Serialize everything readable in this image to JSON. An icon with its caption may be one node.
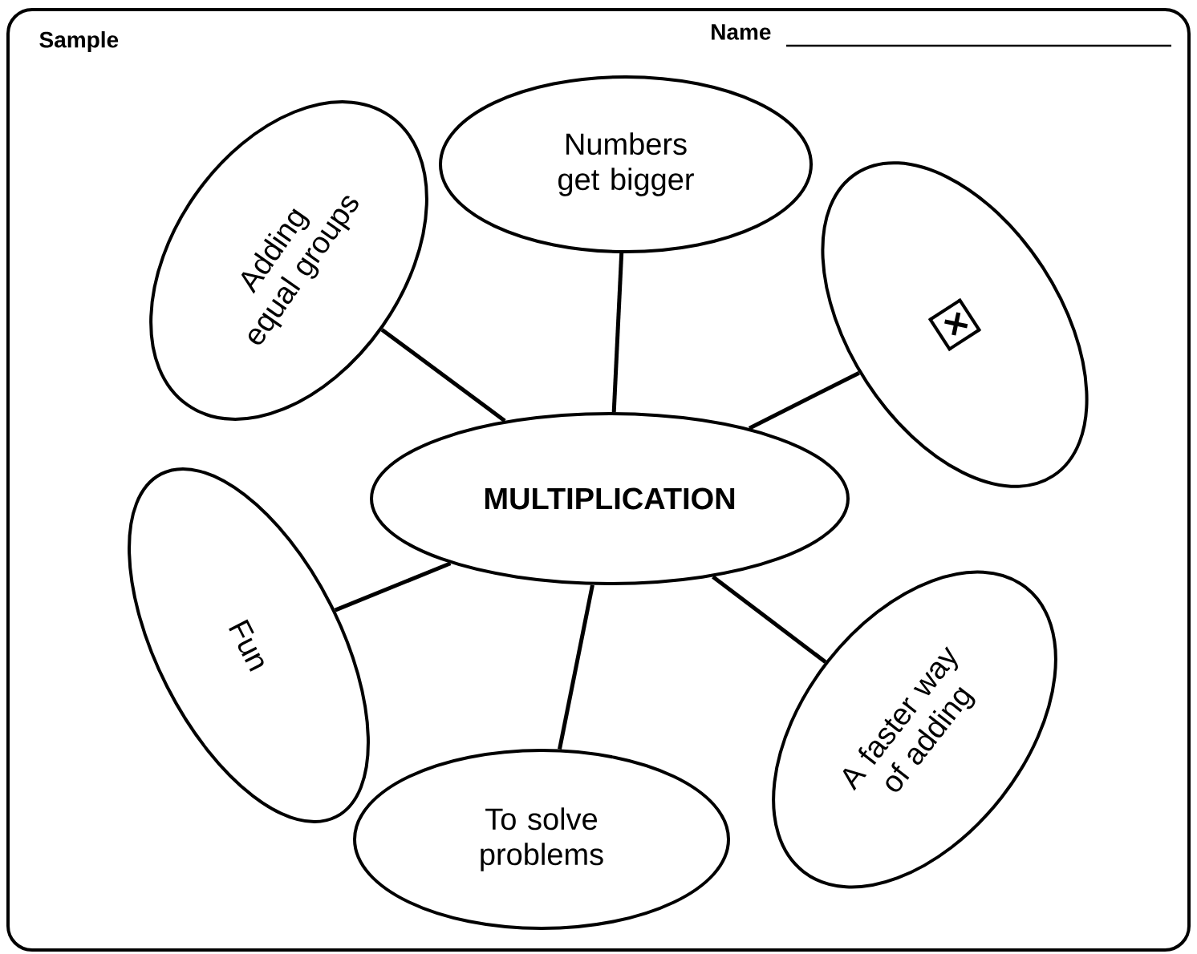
{
  "diagram": {
    "nodes": [
      {
        "text": [
          "MULTIPLICATION"
        ]
      },
      {
        "text": [
          "Numbers get bigger"
        ]
      },
      {
        "text": [
          "Adding equal groups"
        ]
      },
      {
        "text": [
          "×"
        ]
      },
      {
        "text": [
          "Fun"
        ]
      },
      {
        "text": [
          "To solve problems"
        ]
      },
      {
        "text": [
          "A faster way of adding"
        ]
      }
    ],
    "edges": [
      {
        "from": 0,
        "to": 1,
        "arrow": "none"
      },
      {
        "from": 0,
        "to": 2,
        "arrow": "none"
      },
      {
        "from": 0,
        "to": 3,
        "arrow": "none"
      },
      {
        "from": 0,
        "to": 4,
        "arrow": "none"
      },
      {
        "from": 0,
        "to": 5,
        "arrow": "none"
      },
      {
        "from": 0,
        "to": 6,
        "arrow": "none"
      }
    ],
    "labels": [
      "Sample",
      "Name"
    ]
  }
}
